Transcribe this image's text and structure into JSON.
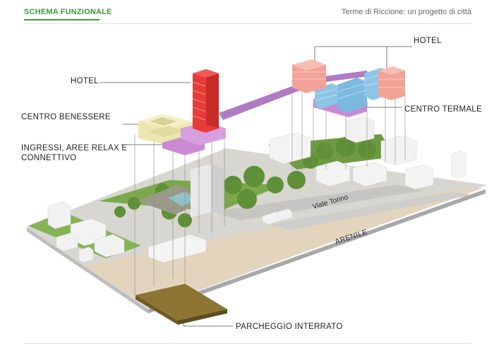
{
  "header": {
    "title": "SCHEMA FUNZIONALE",
    "subtitle": "Terme di Riccione: un progetto di città"
  },
  "labels": {
    "hotel_left": "HOTEL",
    "hotel_right": "HOTEL",
    "centro_benessere": "CENTRO BENESSERE",
    "ingressi_line1": "INGRESSI, AREE RELAX E",
    "ingressi_line2": "CONNETTIVO",
    "centro_termale": "CENTRO TERMALE",
    "parcheggio": "PARCHEGGIO INTERRATO"
  },
  "map": {
    "road_label": "Viale Torino",
    "beach_label": "ARENILE"
  },
  "colors": {
    "accent_green": "#3c9a3a",
    "hotel_red": "#e63b37",
    "hotel_pink": "#f2a296",
    "benessere_yellow": "#e8e1a6",
    "ingressi_purple": "#c98ad3",
    "termale_blue": "#8ec4e6",
    "parking_brown": "#8e7534"
  }
}
